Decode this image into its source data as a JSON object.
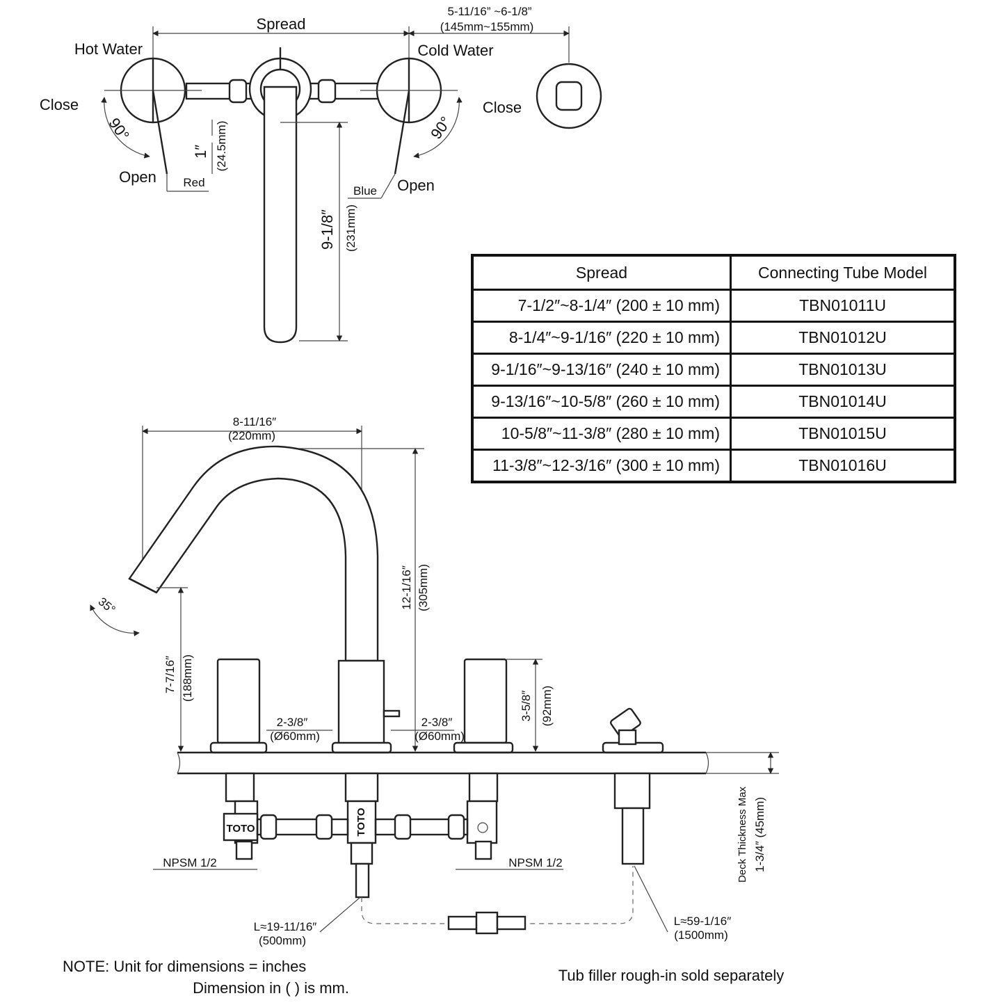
{
  "top_view": {
    "spread": "Spread",
    "spread_range_in": "5-11/16” ~6-1/8”",
    "spread_range_mm": "(145mm~155mm)",
    "hot_water": "Hot Water",
    "cold_water": "Cold Water",
    "close_left": "Close",
    "close_right": "Close",
    "open_left": "Open",
    "open_right": "Open",
    "angle_left": "90°",
    "angle_right": "90°",
    "red": "Red",
    "blue": "Blue",
    "handle_in": "1″",
    "handle_mm": "(24.5mm)",
    "spout_in": "9-1/8″",
    "spout_mm": "(231mm)"
  },
  "table": {
    "headers": [
      "Spread",
      "Connecting Tube Model"
    ],
    "rows": [
      [
        "7-1/2″~8-1/4″ (200 ± 10 mm)",
        "TBN01011U"
      ],
      [
        "8-1/4″~9-1/16″ (220 ± 10 mm)",
        "TBN01012U"
      ],
      [
        "9-1/16″~9-13/16″ (240 ± 10 mm)",
        "TBN01013U"
      ],
      [
        "9-13/16″~10-5/8″ (260 ± 10 mm)",
        "TBN01014U"
      ],
      [
        "10-5/8″~11-3/8″ (280 ± 10 mm)",
        "TBN01015U"
      ],
      [
        "11-3/8″~12-3/16″ (300 ± 10 mm)",
        "TBN01016U"
      ]
    ]
  },
  "side_view": {
    "reach_in": "8-11/16″",
    "reach_mm": "(220mm)",
    "height_in": "12-1/16″",
    "height_mm": "(305mm)",
    "angle": "35°",
    "spout_clear_in": "7-7/16″",
    "spout_clear_mm": "(188mm)",
    "handle_h_in": "3-5/8″",
    "handle_h_mm": "(92mm)",
    "dia_left_in": "2-3/8″",
    "dia_left_mm": "(Ø60mm)",
    "dia_right_in": "2-3/8″",
    "dia_right_mm": "(Ø60mm)",
    "npsm_left": "NPSM 1/2",
    "npsm_right": "NPSM 1/2",
    "deck_label": "Deck Thickness Max",
    "deck_value": "1-3/4″ (45mm)",
    "hose_left_in": "L≈19-11/16″",
    "hose_left_mm": "(500mm)",
    "hose_right_in": "L≈59-1/16″",
    "hose_right_mm": "(1500mm)",
    "brand": "TOTO"
  },
  "notes": {
    "line1": "NOTE: Unit for dimensions = inches",
    "line2": "Dimension in ( ) is mm.",
    "rough_in": "Tub filler rough-in sold separately"
  }
}
